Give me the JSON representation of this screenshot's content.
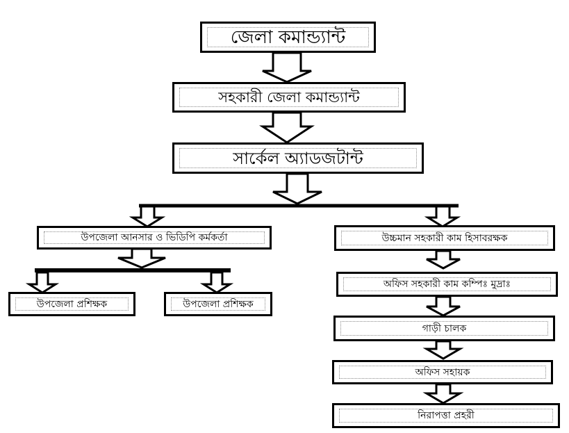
{
  "nodes": {
    "district_commandant": "জেলা কমান্ড্যান্ট",
    "assistant_district_commandant": "সহকারী জেলা কমান্ড্যান্ট",
    "circle_adjutant": "সার্কেল অ্যাডজটান্ট",
    "upazila_officer": "উপজেলা আনসার ও ভিডিপি কর্মকর্তা",
    "upazila_trainer_left": "উপজেলা প্রশিক্ষক",
    "upazila_trainer_right": "উপজেলা প্রশিক্ষক",
    "accountant": "উচ্চমান সহকারী কাম হিসাবরক্ষক",
    "office_assistant_typist": "অফিস সহকারী কাম কম্পিঃ মুদ্রাঃ",
    "driver": "গাড়ী চালক",
    "office_helper": "অফিস সহায়ক",
    "security_guard": "নিরাপত্তা প্রহরী"
  },
  "colors": {
    "line": "#000000",
    "background": "#ffffff",
    "guide": "#8a8a8a"
  },
  "icons": {
    "connector": "down-arrow-icon"
  }
}
